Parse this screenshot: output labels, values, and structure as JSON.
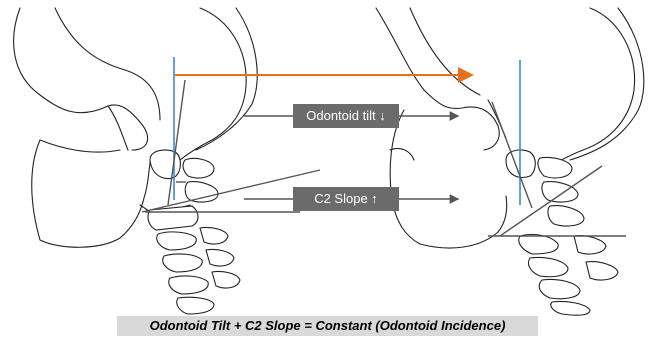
{
  "labels": {
    "odontoid_tilt": "Odontoid tilt ↓",
    "c2_slope": "C2 Slope ↑"
  },
  "equation": "Odontoid Tilt + C2 Slope = Constant (Odontoid Incidence)",
  "colors": {
    "horizontal_arrow": "#e8701a",
    "vertical_line": "#3a8ad6",
    "label_bg": "#6b6b6b",
    "equation_bg": "#d9d9d9"
  }
}
